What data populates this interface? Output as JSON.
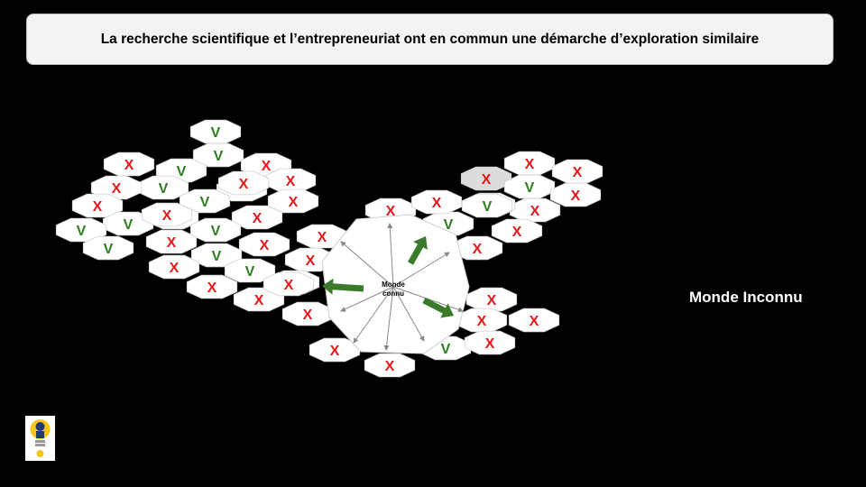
{
  "title": "La recherche scientifique et l’entrepreneuriat ont en commun une démarche d’exploration similaire",
  "unknown_label": "Monde Inconnu",
  "center_label_line1": "Monde",
  "center_label_line2": "connu",
  "symbols": {
    "success": "V",
    "failure": "X"
  },
  "colors": {
    "success": "#2e7d1f",
    "failure": "#e8161b",
    "arrow": "#3a7a2a",
    "cell_fill": "#ffffff",
    "background": "#000000"
  },
  "cells": [
    {
      "s": "V"
    },
    {
      "s": "V"
    },
    {
      "s": "X"
    },
    {
      "s": "V"
    },
    {
      "s": "X"
    },
    {
      "s": "X"
    },
    {
      "s": "V"
    },
    {
      "s": "V"
    },
    {
      "s": "X"
    },
    {
      "s": "X"
    },
    {
      "s": "X"
    },
    {
      "s": "V"
    },
    {
      "s": "V"
    },
    {
      "s": "X"
    },
    {
      "s": "X"
    },
    {
      "s": "V"
    },
    {
      "s": "V"
    },
    {
      "s": "V"
    },
    {
      "s": "X"
    },
    {
      "s": "X"
    },
    {
      "s": "V"
    },
    {
      "s": "X"
    },
    {
      "s": "X"
    },
    {
      "s": "X"
    },
    {
      "s": "V"
    },
    {
      "s": "X"
    },
    {
      "s": "V"
    },
    {
      "s": "X"
    },
    {
      "s": "V"
    },
    {
      "s": "X"
    },
    {
      "s": "X"
    },
    {
      "s": "X"
    },
    {
      "s": "X"
    },
    {
      "s": "X"
    },
    {
      "s": "V"
    },
    {
      "s": "X"
    },
    {
      "s": "X"
    },
    {
      "s": "X"
    },
    {
      "s": "V"
    },
    {
      "s": "X"
    },
    {
      "s": "X"
    },
    {
      "s": "X"
    },
    {
      "s": "X"
    },
    {
      "s": "V"
    },
    {
      "s": "X"
    },
    {
      "s": "X"
    },
    {
      "s": "X"
    },
    {
      "s": "X"
    },
    {
      "s": "X"
    },
    {
      "s": "X"
    },
    {
      "s": "V"
    },
    {
      "s": "X"
    }
  ]
}
